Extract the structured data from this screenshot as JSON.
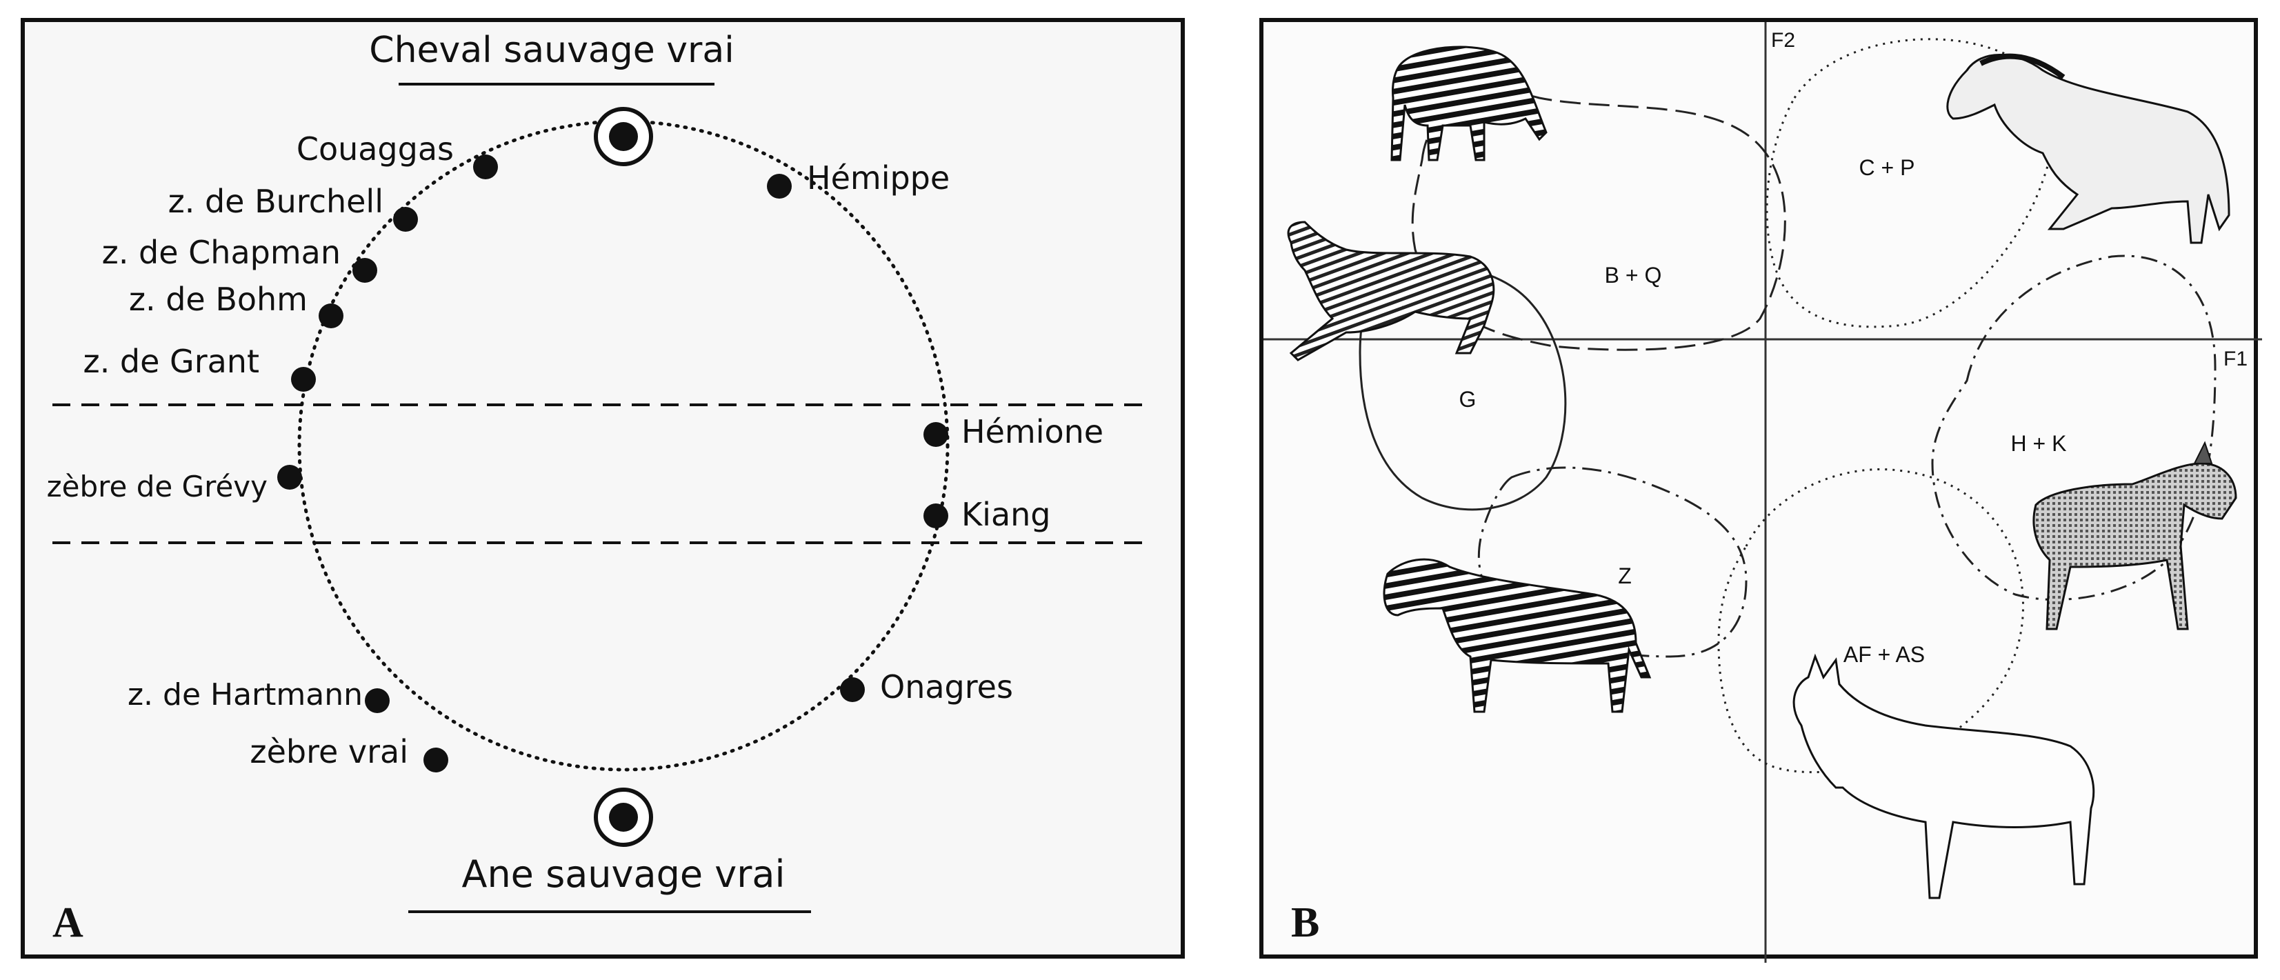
{
  "panel_a": {
    "letter": "A",
    "top_title": "Cheval sauvage vrai",
    "bottom_title": "Ane sauvage vrai",
    "taxa": [
      {
        "id": "couaggas",
        "label": "Couaggas"
      },
      {
        "id": "burchell",
        "label": "z. de Burchell"
      },
      {
        "id": "chapman",
        "label": "z. de Chapman"
      },
      {
        "id": "bohm",
        "label": "z. de Bohm"
      },
      {
        "id": "grant",
        "label": "z. de Grant"
      },
      {
        "id": "grevy",
        "label": "zèbre de Grévy"
      },
      {
        "id": "hartmann",
        "label": "z. de Hartmann"
      },
      {
        "id": "zebre-vrai",
        "label": "zèbre vrai"
      },
      {
        "id": "hemippe",
        "label": "Hémippe"
      },
      {
        "id": "hemione",
        "label": "Hémione"
      },
      {
        "id": "kiang",
        "label": "Kiang"
      },
      {
        "id": "onagres",
        "label": "Onagres"
      }
    ]
  },
  "panel_b": {
    "letter": "B",
    "axis_x": "F1",
    "axis_y": "F2",
    "groups": [
      {
        "id": "bq",
        "label": "B + Q"
      },
      {
        "id": "cp",
        "label": "C + P"
      },
      {
        "id": "g",
        "label": "G"
      },
      {
        "id": "z",
        "label": "Z"
      },
      {
        "id": "hk",
        "label": "H + K"
      },
      {
        "id": "afas",
        "label": "AF + AS"
      }
    ],
    "animals": [
      {
        "id": "zebra-grazing",
        "icon": "zebra-grazing-icon"
      },
      {
        "id": "horse",
        "icon": "przewalski-horse-icon"
      },
      {
        "id": "zebra-running",
        "icon": "zebra-running-icon"
      },
      {
        "id": "zebra-standing",
        "icon": "grevy-zebra-icon"
      },
      {
        "id": "onager",
        "icon": "onager-icon"
      },
      {
        "id": "donkey",
        "icon": "donkey-icon"
      }
    ]
  }
}
